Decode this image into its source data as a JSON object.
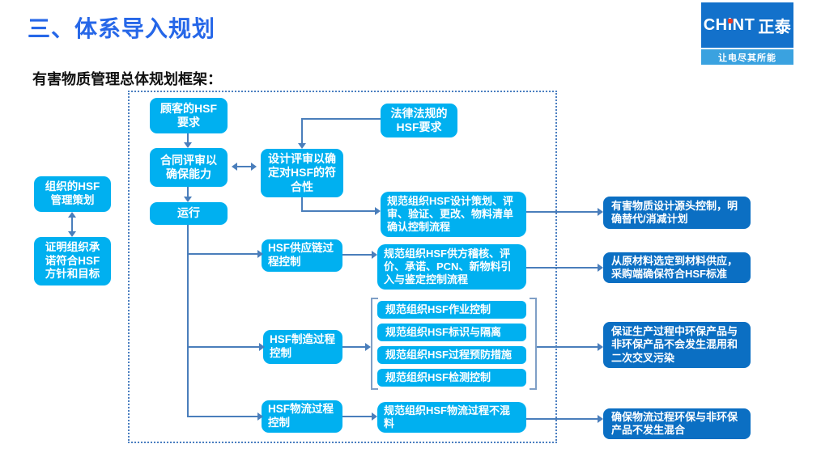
{
  "slide": {
    "title": "三、体系导入规划",
    "subtitle": "有害物质管理总体规划框架：",
    "logo": {
      "ch": "CH",
      "i": "i",
      "nt": "NT",
      "cn": "正泰",
      "slogan": "让电尽其所能"
    },
    "colors": {
      "title_blue": "#2667E8",
      "box_cyan": "#00B0F0",
      "box_dark_blue": "#0B6FC3",
      "arrow_blue": "#4A7EBB",
      "dashed_border": "#4A7EC0",
      "logo_bg": "#1371CB",
      "slogan_bg": "#3AA2E0",
      "logo_dot_red": "#E8392A"
    },
    "flowchart": {
      "left": {
        "org_plan": "组织的HSF管理策划",
        "org_commit": "证明组织承诺符合HSF方针和目标"
      },
      "inner": {
        "customer": "顾客的HSF要求",
        "law": "法律法规的HSF要求",
        "contract": "合同评审以确保能力",
        "design": "设计评审以确定对HSF的符合性",
        "run": "运行",
        "design_process": "规范组织HSF设计策划、评审、验证、更改、物料清单确认控制流程",
        "supply": "HSF供应链过程控制",
        "supplier_process": "规范组织HSF供方稽核、评价、承诺、PCN、新物料引入与鉴定控制流程",
        "mfg": "HSF制造过程控制",
        "mfg_items": [
          "规范组织HSF作业控制",
          "规范组织HSF标识与隔离",
          "规范组织HSF过程预防措施",
          "规范组织HSF检测控制"
        ],
        "logistics": "HSF物流过程控制",
        "logistics_process": "规范组织HSF物流过程不混料"
      },
      "right": {
        "design_goal": "有害物质设计源头控制，明确替代/消减计划",
        "supply_goal": "从原材料选定到材料供应，采购端确保符合HSF标准",
        "mfg_goal": "保证生产过程中环保产品与非环保产品不会发生混用和二次交叉污染",
        "logistics_goal": "确保物流过程环保与非环保产品不发生混合"
      }
    }
  }
}
